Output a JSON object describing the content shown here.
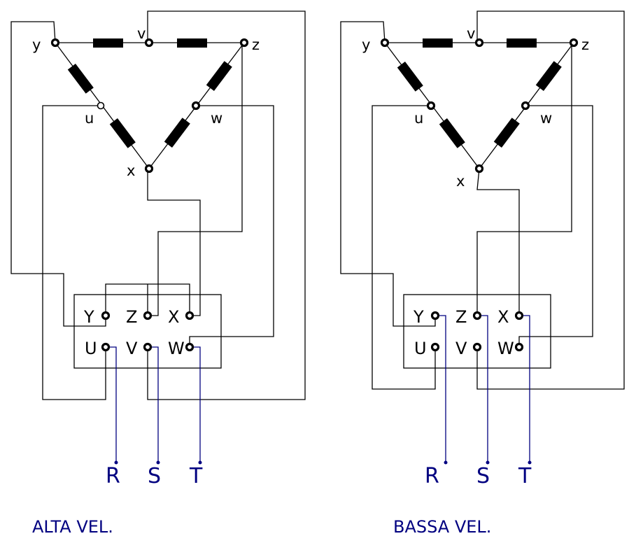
{
  "diagrams": [
    {
      "id": "alta",
      "title": "ALTA VEL.",
      "winding_nodes": [
        {
          "name": "y",
          "label": "y"
        },
        {
          "name": "v",
          "label": "v"
        },
        {
          "name": "z",
          "label": "z"
        },
        {
          "name": "u",
          "label": "u"
        },
        {
          "name": "w",
          "label": "w"
        },
        {
          "name": "x",
          "label": "x"
        }
      ],
      "terminals": [
        {
          "name": "Y",
          "label": "Y"
        },
        {
          "name": "Z",
          "label": "Z"
        },
        {
          "name": "X",
          "label": "X"
        },
        {
          "name": "U",
          "label": "U"
        },
        {
          "name": "V",
          "label": "V"
        },
        {
          "name": "W",
          "label": "W"
        }
      ],
      "supply_connections": [
        {
          "phase": "R",
          "terminal": "U"
        },
        {
          "phase": "S",
          "terminal": "V"
        },
        {
          "phase": "T",
          "terminal": "W"
        }
      ],
      "bridged_terminals": [
        "Y",
        "Z",
        "X"
      ]
    },
    {
      "id": "bassa",
      "title": "BASSA VEL.",
      "winding_nodes": [
        {
          "name": "y",
          "label": "y"
        },
        {
          "name": "v",
          "label": "v"
        },
        {
          "name": "z",
          "label": "z"
        },
        {
          "name": "u",
          "label": "u"
        },
        {
          "name": "w",
          "label": "w"
        },
        {
          "name": "x",
          "label": "x"
        }
      ],
      "terminals": [
        {
          "name": "Y",
          "label": "Y"
        },
        {
          "name": "Z",
          "label": "Z"
        },
        {
          "name": "X",
          "label": "X"
        },
        {
          "name": "U",
          "label": "U"
        },
        {
          "name": "V",
          "label": "V"
        },
        {
          "name": "W",
          "label": "W"
        }
      ],
      "supply_connections": [
        {
          "phase": "R",
          "terminal": "Y"
        },
        {
          "phase": "S",
          "terminal": "Z"
        },
        {
          "phase": "T",
          "terminal": "X"
        }
      ],
      "bridged_terminals": []
    }
  ],
  "phases": [
    "R",
    "S",
    "T"
  ],
  "colors": {
    "wire": "#000000",
    "supply": "#000080",
    "background": "#ffffff"
  }
}
